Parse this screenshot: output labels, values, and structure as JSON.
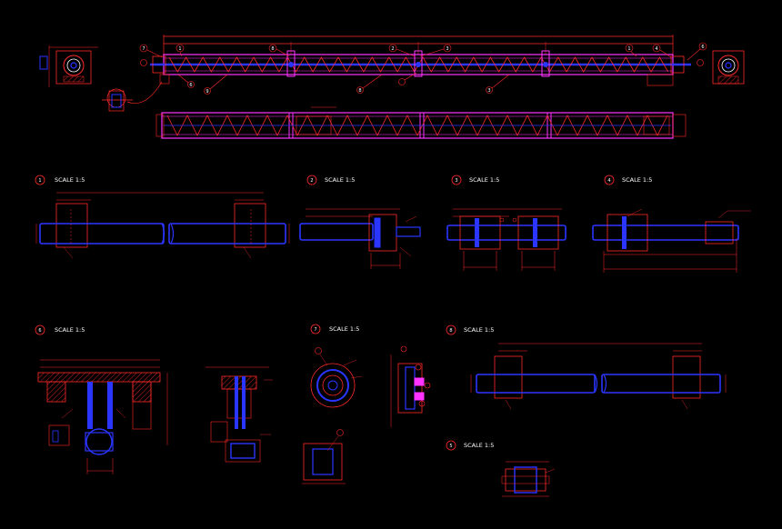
{
  "drawing": {
    "background": "#000000",
    "colors": {
      "outline": "#ff2a2a",
      "frame": "#ff33ff",
      "shaft": "#2a35ff",
      "text": "#ffffff",
      "dim": "#ffffff"
    }
  },
  "details": [
    {
      "num": "1",
      "label": "SCALE 1:5"
    },
    {
      "num": "2",
      "label": "SCALE 1:5"
    },
    {
      "num": "3",
      "label": "SCALE 1:5"
    },
    {
      "num": "4",
      "label": "SCALE 1:5"
    },
    {
      "num": "6",
      "label": "SCALE 1:5"
    },
    {
      "num": "7",
      "label": "SCALE 1:5"
    },
    {
      "num": "8",
      "label": "SCALE 1:5"
    },
    {
      "num": "5",
      "label": "SCALE 1:5"
    }
  ],
  "callouts": {
    "top": [
      "7",
      "1",
      "8",
      "2",
      "3",
      "1",
      "4",
      "6"
    ],
    "lower": [
      "6",
      "9",
      "8",
      "3"
    ]
  }
}
